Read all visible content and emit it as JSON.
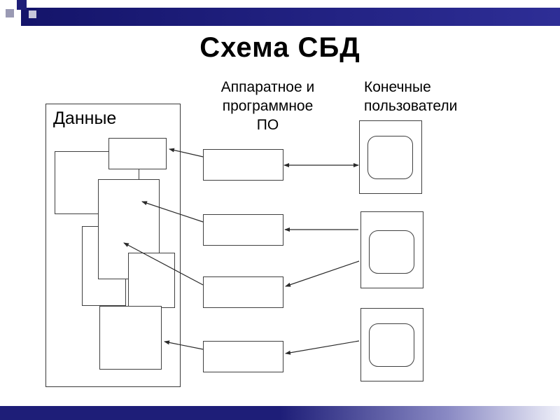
{
  "slide": {
    "title": "Схема СБД"
  },
  "diagram": {
    "data_group_label": "Данные",
    "middle_column_label": "Аппаратное и\nпрограммное\nПО",
    "right_column_label": "Конечные\nпользователи"
  },
  "colors": {
    "accent_navy": "#1e1e78",
    "box_border": "#3f3f3f",
    "connector_line": "#2a2a2a",
    "background": "#ffffff"
  }
}
